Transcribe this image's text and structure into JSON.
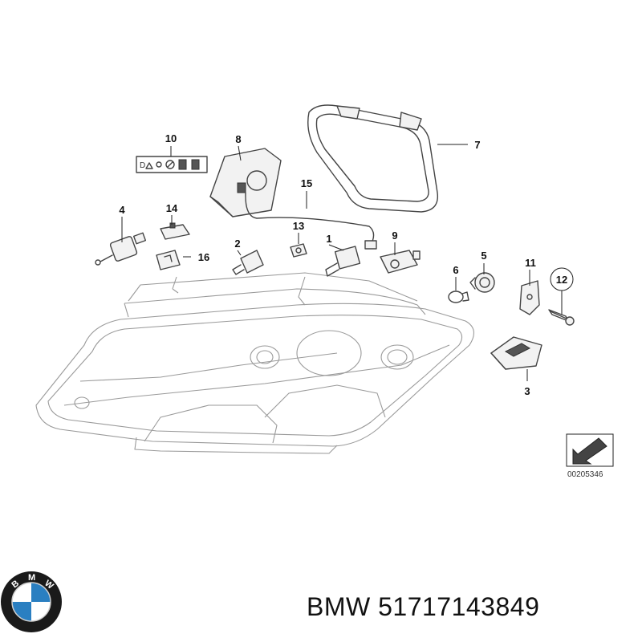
{
  "diagram": {
    "callouts": [
      {
        "id": "1",
        "label": "1"
      },
      {
        "id": "2",
        "label": "2"
      },
      {
        "id": "3",
        "label": "3"
      },
      {
        "id": "4",
        "label": "4"
      },
      {
        "id": "5",
        "label": "5"
      },
      {
        "id": "6",
        "label": "6"
      },
      {
        "id": "7",
        "label": "7"
      },
      {
        "id": "8",
        "label": "8"
      },
      {
        "id": "9",
        "label": "9"
      },
      {
        "id": "10",
        "label": "10"
      },
      {
        "id": "11",
        "label": "11"
      },
      {
        "id": "12",
        "label": "12"
      },
      {
        "id": "13",
        "label": "13"
      },
      {
        "id": "14",
        "label": "14"
      },
      {
        "id": "15",
        "label": "15"
      },
      {
        "id": "16",
        "label": "16"
      }
    ],
    "reference_code": "00205346"
  },
  "footer": {
    "brand_logo": "BMW",
    "logo_icon": "bmw-roundel-icon",
    "part_text": "BMW 51717143849"
  },
  "colors": {
    "line": "#444444",
    "lamp_outline": "#9a9a9a",
    "logo_blue": "#2a7fc1",
    "logo_ring": "#1a1a1a"
  }
}
